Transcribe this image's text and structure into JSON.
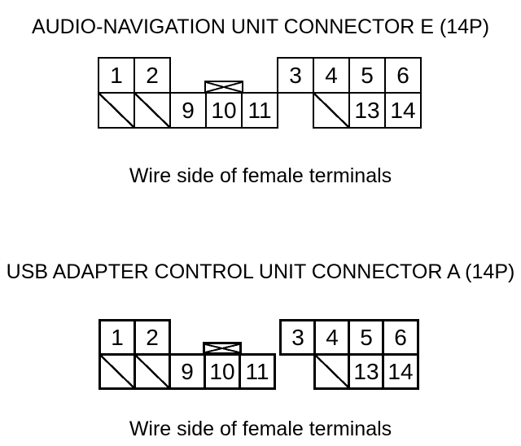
{
  "page": {
    "background_color": "#ffffff",
    "ink_color": "#000000"
  },
  "connectors": [
    {
      "title": "AUDIO-NAVIGATION UNIT CONNECTOR E (14P)",
      "caption": "Wire side of female terminals",
      "pin_count_label": "14P",
      "pins": {
        "top_row": [
          {
            "col": 1,
            "label": "1"
          },
          {
            "col": 2,
            "label": "2"
          },
          {
            "col": 6,
            "label": "3"
          },
          {
            "col": 7,
            "label": "4"
          },
          {
            "col": 8,
            "label": "5"
          },
          {
            "col": 9,
            "label": "6"
          }
        ],
        "bottom_row": [
          {
            "col": 1,
            "label": "",
            "blocked": true
          },
          {
            "col": 2,
            "label": "",
            "blocked": true
          },
          {
            "col": 3,
            "label": "9"
          },
          {
            "col": 4,
            "label": "10"
          },
          {
            "col": 5,
            "label": "11"
          },
          {
            "col": 7,
            "label": "",
            "blocked": true
          },
          {
            "col": 8,
            "label": "13"
          },
          {
            "col": 9,
            "label": "14"
          }
        ],
        "key_tab_col": 4
      }
    },
    {
      "title": "USB ADAPTER CONTROL UNIT CONNECTOR A (14P)",
      "caption": "Wire side of female terminals",
      "pin_count_label": "14P",
      "pins": {
        "top_row": [
          {
            "col": 1,
            "label": "1"
          },
          {
            "col": 2,
            "label": "2"
          },
          {
            "col": 6,
            "label": "3"
          },
          {
            "col": 7,
            "label": "4"
          },
          {
            "col": 8,
            "label": "5"
          },
          {
            "col": 9,
            "label": "6"
          }
        ],
        "bottom_row": [
          {
            "col": 1,
            "label": "",
            "blocked": true
          },
          {
            "col": 2,
            "label": "",
            "blocked": true
          },
          {
            "col": 3,
            "label": "9"
          },
          {
            "col": 4,
            "label": "10"
          },
          {
            "col": 5,
            "label": "11"
          },
          {
            "col": 7,
            "label": "",
            "blocked": true
          },
          {
            "col": 8,
            "label": "13"
          },
          {
            "col": 9,
            "label": "14"
          }
        ],
        "key_tab_col": 4
      }
    }
  ]
}
